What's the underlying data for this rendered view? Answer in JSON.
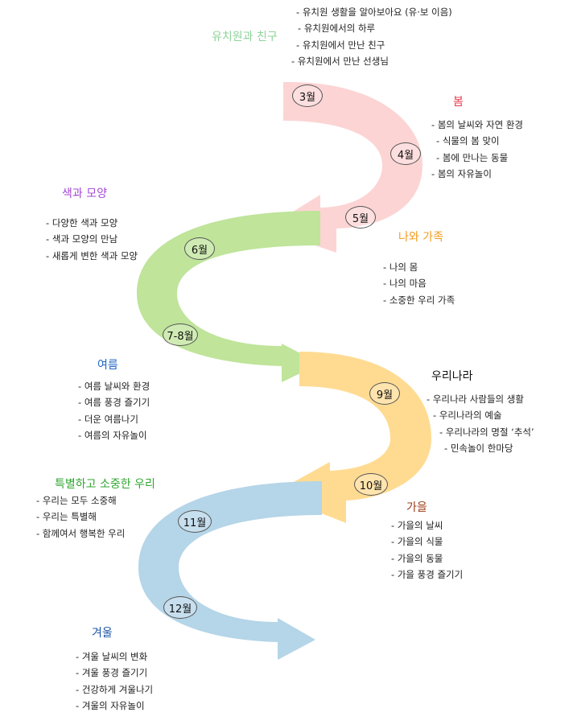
{
  "colors": {
    "kindergarten": "#8fd39a",
    "spring": "#e8394d",
    "color_shape": "#a347d6",
    "me_family": "#f39a1c",
    "summer": "#1f66c4",
    "country": "#111111",
    "special": "#2fa52f",
    "autumn": "#9b3a14",
    "winter": "#1e55a8",
    "arrow_pink": "#fcd4d4",
    "arrow_green": "#bfe49a",
    "arrow_orange": "#ffdb92",
    "arrow_blue": "#b5d5e8"
  },
  "topics": [
    {
      "title": "유치원과 친구",
      "items": [
        "유치원 생활을 알아보아요 (유·보 이음)",
        "유치원에서의 하루",
        "유치원에서 만난 친구",
        "유치원에서 만난 선생님"
      ]
    },
    {
      "title": "봄",
      "items": [
        "봄의 날씨와 자연 환경",
        "식물의 봄 맞이",
        "봄에 만나는 동물",
        "봄의 자유놀이"
      ]
    },
    {
      "title": "색과 모양",
      "items": [
        "다양한 색과 모양",
        "색과 모양의 만남",
        "새롭게 변한 색과 모양"
      ]
    },
    {
      "title": "나와 가족",
      "items": [
        "나의 몸",
        "나의 마음",
        "소중한 우리 가족"
      ]
    },
    {
      "title": "여름",
      "items": [
        "여름 날씨와 환경",
        "여름 풍경 즐기기",
        "더운 여름나기",
        "여름의 자유놀이"
      ]
    },
    {
      "title": "우리나라",
      "items": [
        "우리나라 사람들의 생활",
        "우리나라의 예술",
        "우리나라의 명절 ‘추석’",
        "민속놀이 한마당"
      ]
    },
    {
      "title": "특별하고 소중한 우리",
      "items": [
        "우리는 모두 소중해",
        "우리는 특별해",
        "함께여서 행복한 우리"
      ]
    },
    {
      "title": "가을",
      "items": [
        "가을의 날씨",
        "가을의 식물",
        "가을의 동물",
        "가을 풍경 즐기기"
      ]
    },
    {
      "title": "겨울",
      "items": [
        "겨울 날씨의 변화",
        "겨울 풍경 즐기기",
        "건강하게 겨울나기",
        "겨울의 자유놀이"
      ]
    }
  ],
  "months": [
    "3월",
    "4월",
    "5월",
    "6월",
    "7-8월",
    "9월",
    "10월",
    "11월",
    "12월"
  ]
}
